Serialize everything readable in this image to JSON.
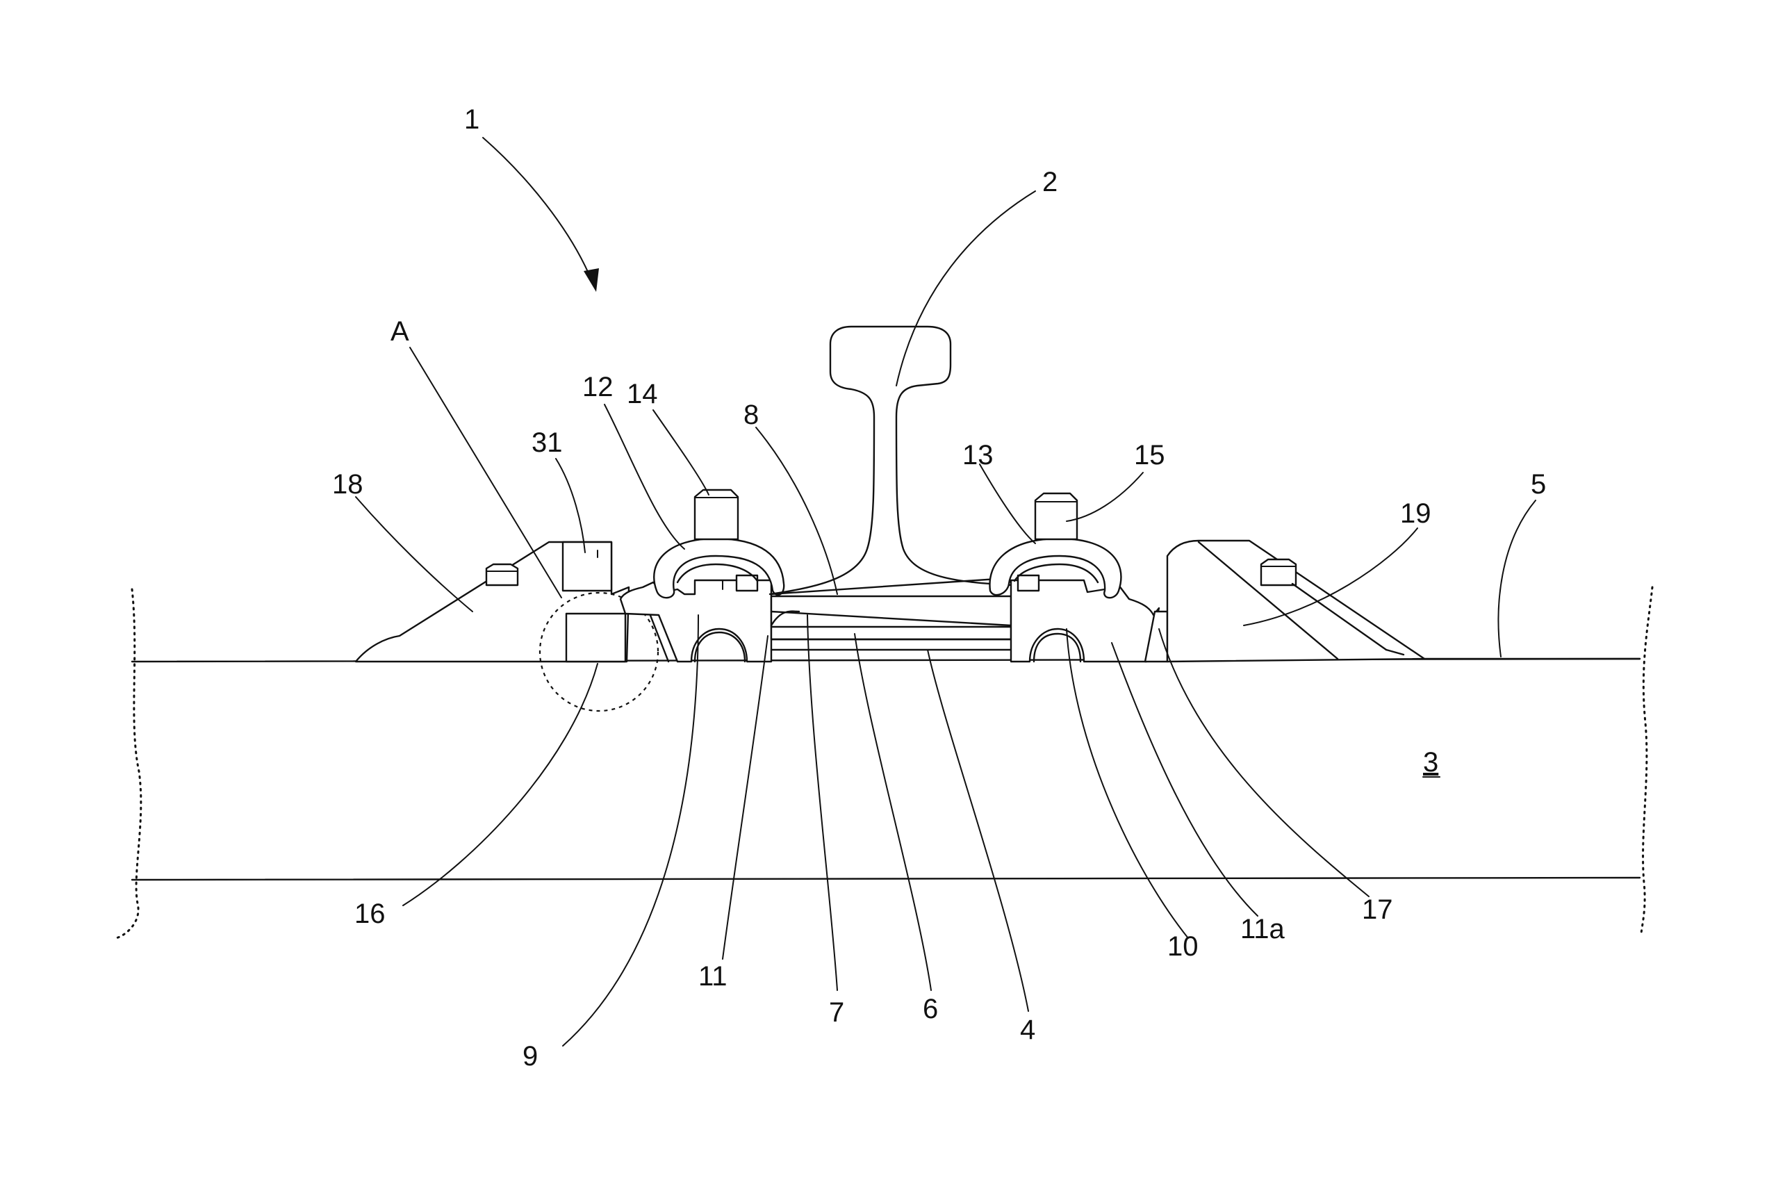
{
  "figure": {
    "labels": {
      "l1": "1",
      "l2": "2",
      "l3": "3",
      "l4": "4",
      "l5": "5",
      "l6": "6",
      "l7": "7",
      "l8": "8",
      "l9": "9",
      "l10": "10",
      "l11": "11",
      "l11a": "11a",
      "l12": "12",
      "l13": "13",
      "l14": "14",
      "l15": "15",
      "l16": "16",
      "l17": "17",
      "l18": "18",
      "l19": "19",
      "l31": "31",
      "lA": "A"
    }
  }
}
